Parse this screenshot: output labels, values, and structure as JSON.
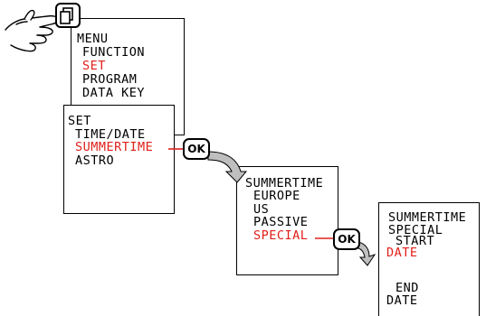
{
  "menu_screen": {
    "title": "MENU",
    "items": [
      "FUNCTION",
      "SET",
      "PROGRAM",
      "DATA KEY"
    ],
    "selected_index": 1
  },
  "set_screen": {
    "title": "SET",
    "items": [
      "TIME/DATE",
      "SUMMERTIME",
      "ASTRO"
    ],
    "selected_index": 1
  },
  "summertime_screen": {
    "title": "SUMMERTIME",
    "items": [
      "EUROPE",
      "US",
      "PASSIVE",
      "SPECIAL"
    ],
    "selected_index": 3
  },
  "special_screen": {
    "line1": "SUMMERTIME",
    "line2": "SPECIAL",
    "line3": "START",
    "line4": "DATE",
    "line5": "END",
    "line6": "DATE"
  },
  "buttons": {
    "ok_label": "OK"
  },
  "colors": {
    "highlight": "#e0201b",
    "arrow_fill": "#bfbfbf"
  },
  "icons": {
    "hand": "hand-pressing-icon",
    "menu_button": "menu-button-icon"
  }
}
